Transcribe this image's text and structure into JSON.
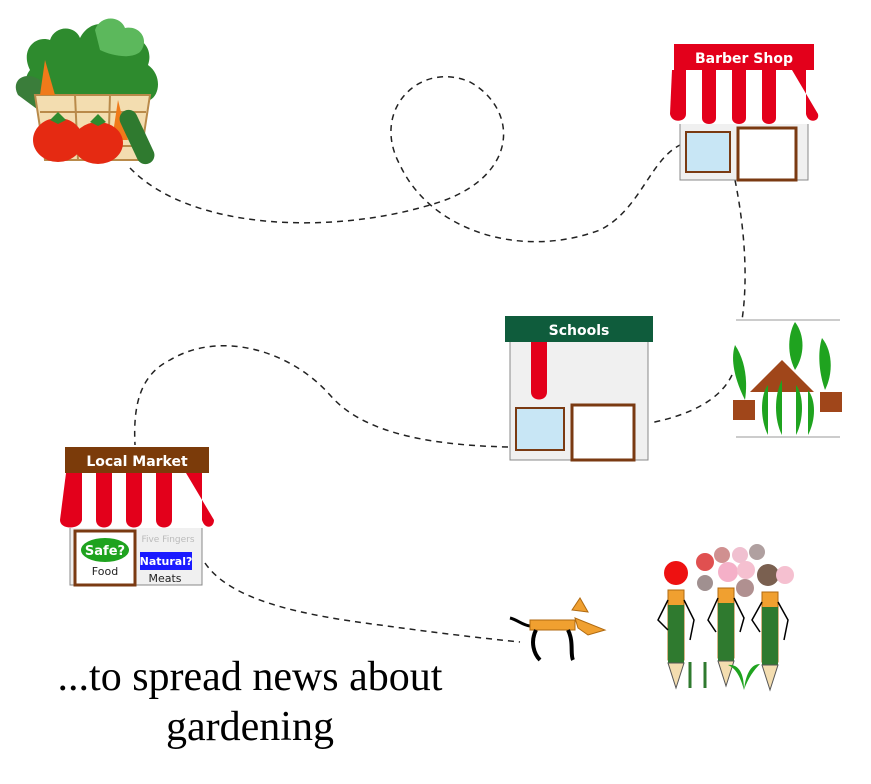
{
  "colors": {
    "awning_red": "#e3001b",
    "barber_sign": "#e3001b",
    "school_sign": "#0f5c3c",
    "market_sign": "#7b3b0a",
    "leaf_green": "#1fa31f",
    "pot_brown": "#a0461a",
    "window_blue": "#c8e6f5",
    "door_brown": "#7a3a12"
  },
  "shops": {
    "barber": {
      "sign": "Barber Shop"
    },
    "school": {
      "sign": "Schools"
    },
    "market": {
      "sign": "Local Market",
      "safe_label": "Safe?",
      "food_label": "Food",
      "five_fingers_label": "Five Fingers",
      "natural_label": "Natural?",
      "meats_label": "Meats"
    }
  },
  "icons": [
    "vegetable-basket-icon",
    "greenhouse-plants-icon",
    "pencil-dog-icon",
    "pencil-people-icon"
  ],
  "caption": {
    "line1": "...to spread news about",
    "line2": "gardening"
  }
}
